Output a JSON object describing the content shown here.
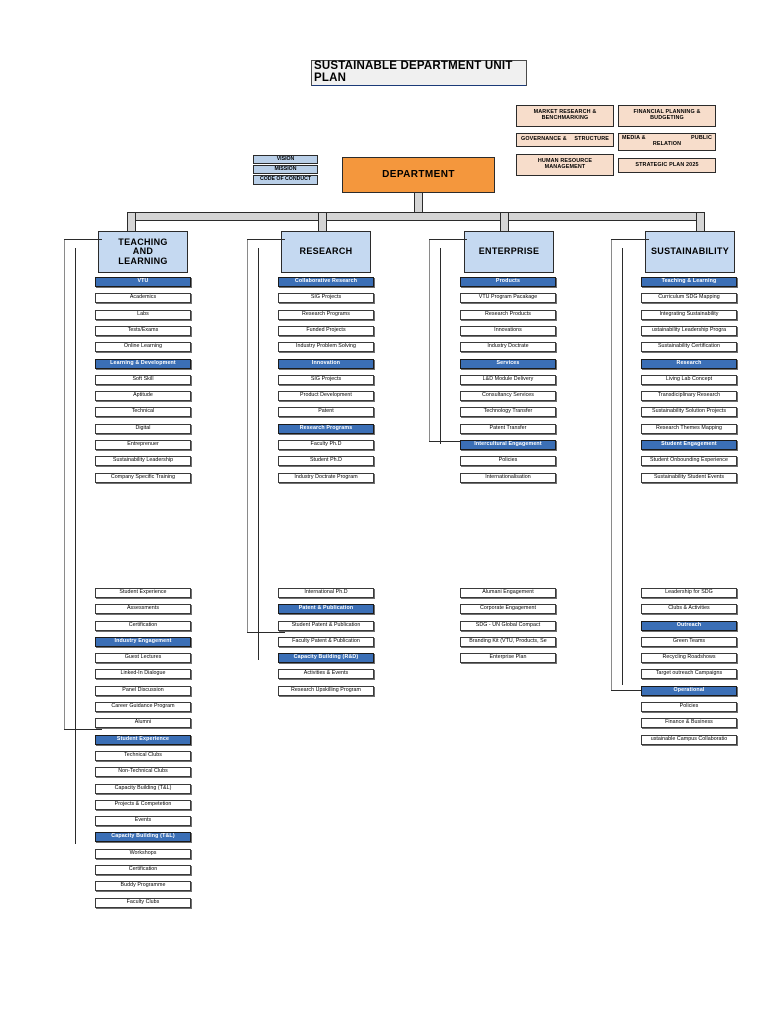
{
  "title": "SUSTAINABLE DEPARTMENT UNIT PLAN",
  "central": {
    "department": "DEPARTMENT"
  },
  "vmc": [
    {
      "label": "VISION"
    },
    {
      "label": "MISSION"
    },
    {
      "label": "CODE OF CONDUCT"
    }
  ],
  "support_boxes": [
    {
      "line1": "MARKET RESEARCH &",
      "line2": "BENCHMARKING"
    },
    {
      "line1": "FINANCIAL PLANNING &",
      "line2": "BUDGETING"
    },
    {
      "line1": "GOVERNANCE &",
      "line2": "STRUCTURE"
    },
    {
      "line1": "MEDIA &",
      "line2": "PUBLIC",
      "line3": "RELATION"
    },
    {
      "line1": "HUMAN RESOURCE",
      "line2": "MANAGEMENT"
    },
    {
      "line1": "STRATEGIC PLAN 2025"
    }
  ],
  "colors": {
    "accent_blue": "#3b6fb6",
    "pillar_blue": "#c5d9f1",
    "department_orange": "#f4973d",
    "support_peach": "#f7ddcb",
    "connector_gray": "#d5d5d5"
  },
  "pillars": [
    {
      "name": "TEACHING AND LEARNING",
      "lines": [
        "TEACHING",
        "AND",
        "LEARNING"
      ],
      "groups": [
        {
          "header": "VTU",
          "items": [
            "Academics",
            "Labs",
            "Tests/Exams",
            "Online Learning"
          ]
        },
        {
          "header": "Learning & Development",
          "items": [
            "Soft Skill",
            "Aptitude",
            "Technical",
            "Digital",
            "Entreprenuer",
            "Sustainability Leadership",
            "Company Specific Training",
            "Student Experience",
            "Assessments",
            "Certification"
          ]
        },
        {
          "header": "Industry Engagement",
          "items": [
            "Guest Lectures",
            "Linked-In Dialogue",
            "Panel Discussion",
            "Career Guidance Program",
            "Alumni"
          ]
        },
        {
          "header": "Student Experience",
          "items": [
            "Technical Clubs",
            "Non-Technical Clubs",
            "Capacity Building (T&L)",
            "Projects & Competetion",
            "Events"
          ]
        },
        {
          "header": "Capacity Building (T&L)",
          "items": [
            "Workshops",
            "Certification",
            "Buddy Programme",
            "Faculty Clubs"
          ]
        }
      ]
    },
    {
      "name": "RESEARCH",
      "lines": [
        "RESEARCH"
      ],
      "groups": [
        {
          "header": "Collaborative Research",
          "items": [
            "SIG Projects",
            "Research Programs",
            "Funded Projects",
            "Industry Problem Solving"
          ]
        },
        {
          "header": "Innovation",
          "items": [
            "SIG Projects",
            "Product Development",
            "Patent"
          ]
        },
        {
          "header": "Research Programs",
          "items": [
            "Faculty Ph.D",
            "Student Ph.D",
            "Industry Doctrate Program",
            "International Ph.D"
          ]
        },
        {
          "header": "Patent & Publication",
          "items": [
            "Student Patent & Publication",
            "Faculty Patent & Publication"
          ]
        },
        {
          "header": "Capacity Building (R&D)",
          "items": [
            "Activities & Events",
            "Research Upskilling Program"
          ]
        }
      ]
    },
    {
      "name": "ENTERPRISE",
      "lines": [
        "ENTERPRISE"
      ],
      "groups": [
        {
          "header": "Products",
          "items": [
            "VTU Program Pacakage",
            "Research Products",
            "Innovations",
            "Industry Doctrate"
          ]
        },
        {
          "header": "Services",
          "items": [
            "L&D Module Delivery",
            "Consultancy Services",
            "Technology Transfer",
            "Patent Transfer"
          ]
        },
        {
          "header": "Intercultural Engagement",
          "items": [
            "Policies",
            "Internationalisation",
            "Alumani Engagement",
            "Corporate Engagement",
            "SDG - UN Global Compact",
            "Branding Kit (VTU, Products, Se",
            "Enterprise Plan"
          ]
        }
      ]
    },
    {
      "name": "SUSTAINABILITY",
      "lines": [
        "SUSTAINABILITY"
      ],
      "groups": [
        {
          "header": "Teaching & Learning",
          "items": [
            "Curriculum SDG Mapping",
            "Integrating Sustainability",
            "ustainability Leadership Progra",
            "Sustainability Certification"
          ]
        },
        {
          "header": "Research",
          "items": [
            "Living Lab Concept",
            "Transdiciplinary Research",
            "Sustainability Solution Projects",
            "Research Themes Mapping"
          ]
        },
        {
          "header": "Student Engagement",
          "items": [
            "Student Onbounding Experience",
            "Sustainability Student Events",
            "Leadership for SDG",
            "Clubs & Activities"
          ]
        },
        {
          "header": "Outreach",
          "items": [
            "Green Teams",
            "Recycling Roadshows",
            "Target outreach Campaigns"
          ]
        },
        {
          "header": "Operational",
          "items": [
            "Policies",
            "Finance & Business",
            "ustainable Campus Collaboratio"
          ]
        }
      ]
    }
  ]
}
